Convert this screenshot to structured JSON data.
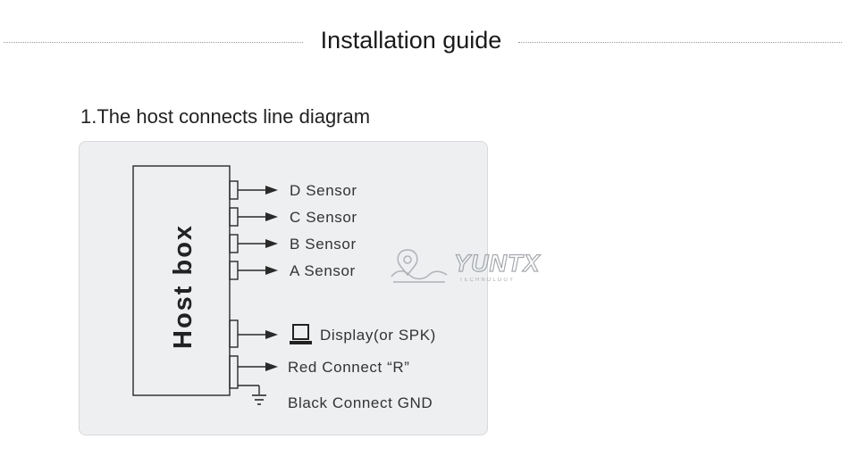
{
  "header": {
    "title": "Installation guide"
  },
  "section": {
    "heading": "1.The host connects line diagram"
  },
  "diagram": {
    "host_label": "Host box",
    "connections": [
      {
        "label": "D  Sensor",
        "icon": "arrow-right-icon"
      },
      {
        "label": "C  Sensor",
        "icon": "arrow-right-icon"
      },
      {
        "label": "B  Sensor",
        "icon": "arrow-right-icon"
      },
      {
        "label": "A  Sensor",
        "icon": "arrow-right-icon"
      },
      {
        "label": "Display(or SPK)",
        "icon": "monitor-icon"
      },
      {
        "label": "Red Connect “R”",
        "icon": "arrow-right-icon"
      },
      {
        "label": "Black Connect  GND",
        "icon": "ground-icon"
      }
    ]
  },
  "watermark": {
    "text": "YUNTX",
    "sub": "TECHNOLOGY"
  }
}
